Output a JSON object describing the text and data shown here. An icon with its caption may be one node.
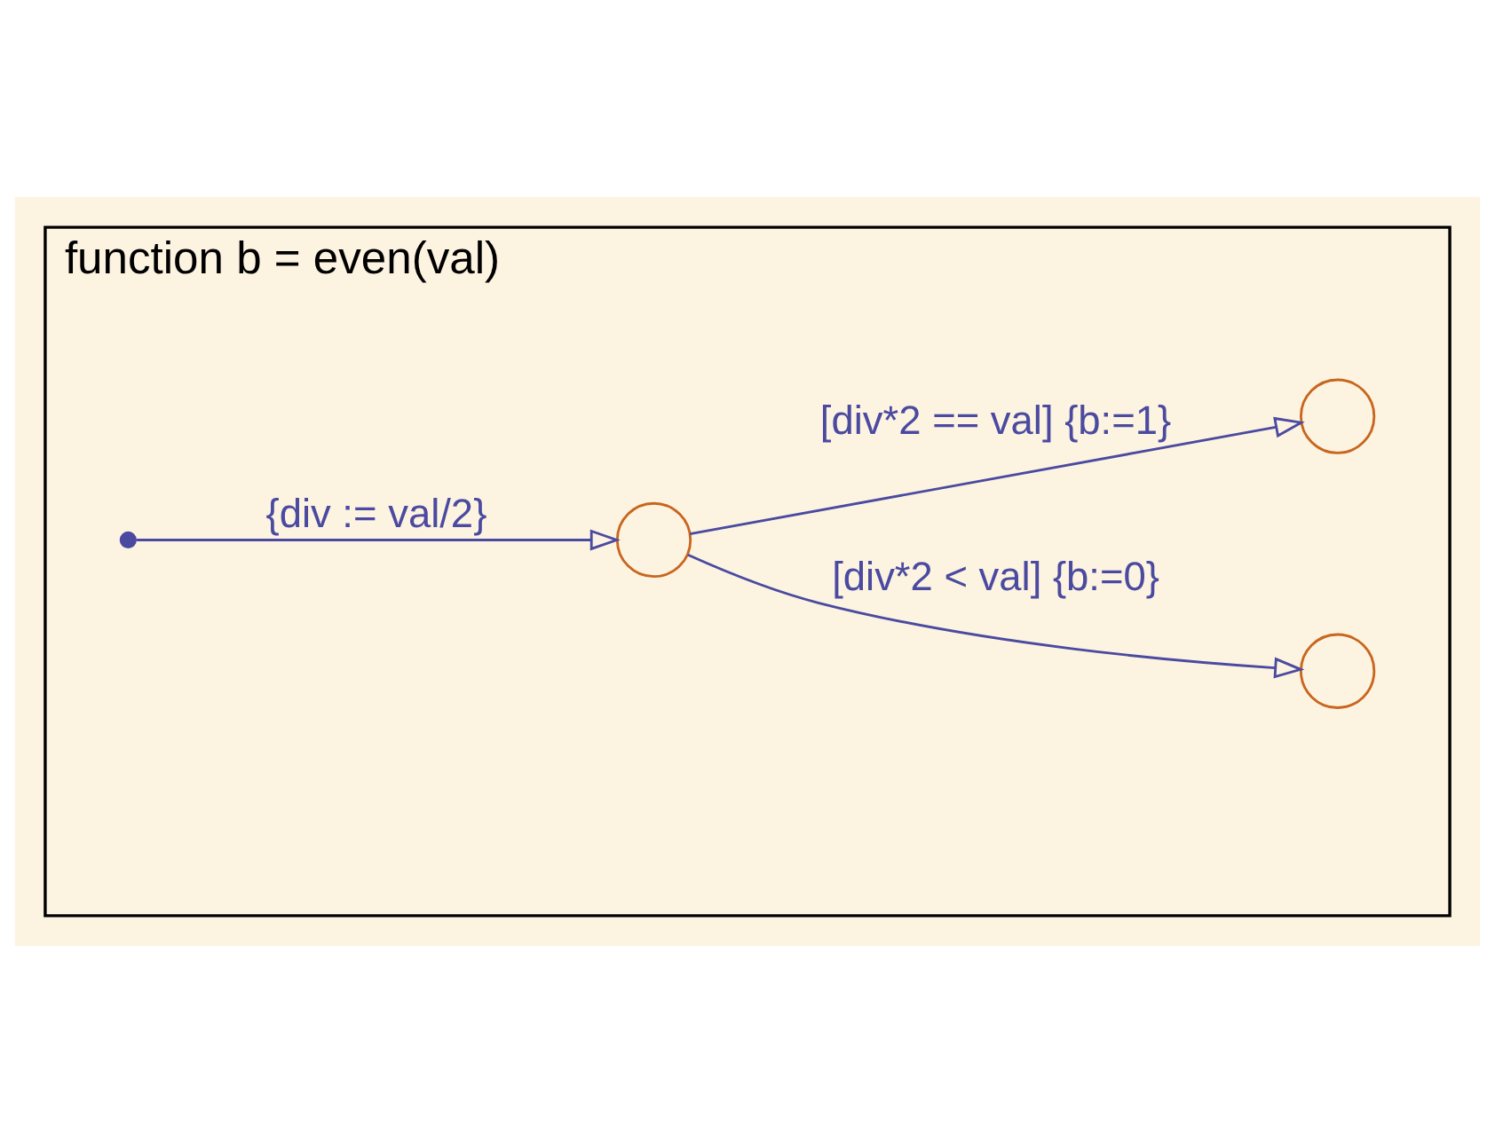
{
  "diagram": {
    "nodes": [
      {
        "text": [
          "function b = even(val)"
        ]
      },
      {
        "text": [],
        "shape": "point",
        "in": 0
      },
      {
        "text": [],
        "shape": "circle",
        "in": 0
      },
      {
        "text": [],
        "shape": "circle",
        "in": 0
      },
      {
        "text": [],
        "shape": "circle",
        "in": 0
      }
    ],
    "edges": [
      {
        "from": 1,
        "to": 2,
        "arrow": "to",
        "label": "{div := val/2}"
      },
      {
        "from": 2,
        "to": 3,
        "arrow": "to",
        "label": "[div*2 < val] {b:=0}"
      },
      {
        "from": 2,
        "to": 4,
        "arrow": "to",
        "label": "[div*2 == val] {b:=1}"
      }
    ]
  }
}
